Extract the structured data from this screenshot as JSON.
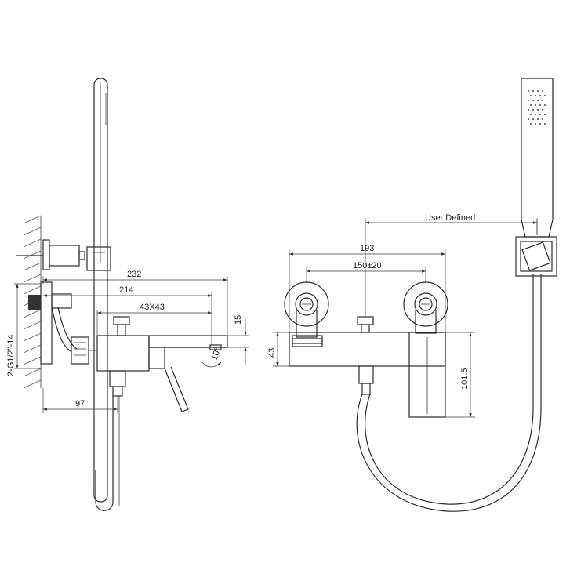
{
  "dimensions": {
    "d232": "232",
    "d214": "214",
    "d43x43": "43X43",
    "d15": "15",
    "d10deg": "10°",
    "d97": "97",
    "thread": "2-G1/2\"-14",
    "d193": "193",
    "d150": "150±20",
    "d43": "43",
    "d101_5": "101.5",
    "user_defined": "User Defined"
  },
  "icons": {
    "side_view": "faucet-side-view",
    "front_view": "faucet-front-view",
    "hand_shower": "hand-shower-head"
  }
}
